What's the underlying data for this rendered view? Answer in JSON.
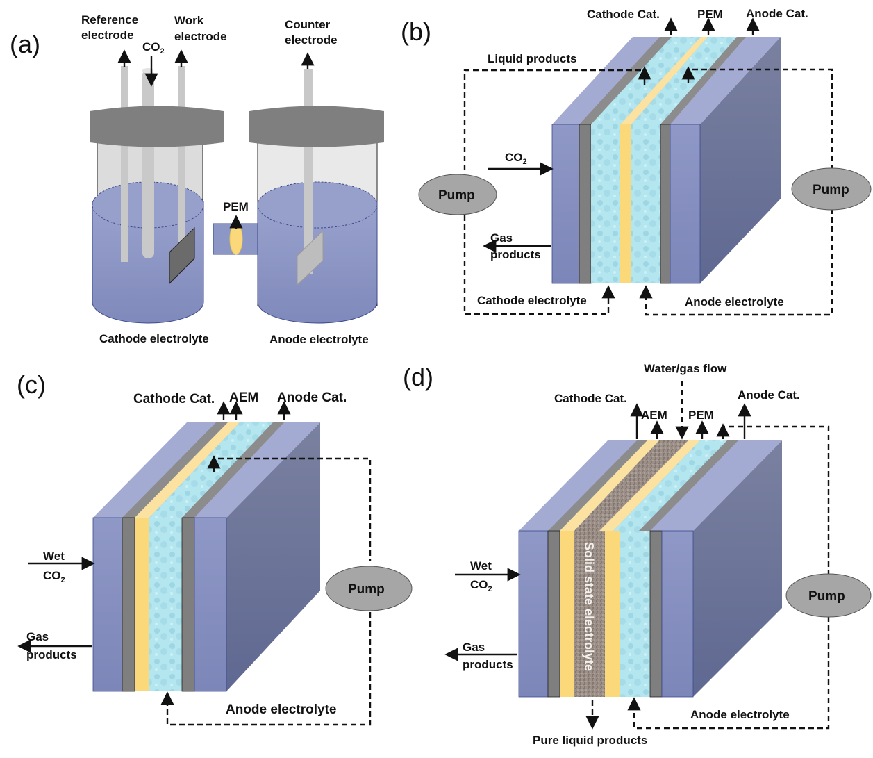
{
  "figure": {
    "panels": {
      "a": {
        "label": "(a)",
        "reference_electrode": [
          "Reference",
          "electrode"
        ],
        "co2": "CO",
        "co2_sub": "2",
        "work_electrode": [
          "Work",
          "electrode"
        ],
        "counter_electrode": [
          "Counter",
          "electrode"
        ],
        "membrane": "PEM",
        "cathode_electrolyte": "Cathode electrolyte",
        "anode_electrolyte": "Anode electrolyte"
      },
      "b": {
        "label": "(b)",
        "cathode_cat": "Cathode Cat.",
        "membrane": "PEM",
        "anode_cat": "Anode Cat.",
        "liquid_products": "Liquid products",
        "co2": "CO",
        "co2_sub": "2",
        "gas_products": [
          "Gas",
          "products"
        ],
        "pump_left": "Pump",
        "pump_right": "Pump",
        "cathode_electrolyte": "Cathode electrolyte",
        "anode_electrolyte": "Anode electrolyte"
      },
      "c": {
        "label": "(c)",
        "cathode_cat": "Cathode Cat.",
        "membrane": "AEM",
        "anode_cat": "Anode Cat.",
        "wet": "Wet",
        "co2": "CO",
        "co2_sub": "2",
        "gas_products": [
          "Gas",
          "products"
        ],
        "pump": "Pump",
        "anode_electrolyte": "Anode electrolyte"
      },
      "d": {
        "label": "(d)",
        "water_gas_flow": "Water/gas flow",
        "cathode_cat": "Cathode Cat.",
        "aem": "AEM",
        "pem": "PEM",
        "anode_cat": "Anode Cat.",
        "wet": "Wet",
        "co2": "CO",
        "co2_sub": "2",
        "gas_products": [
          "Gas",
          "products"
        ],
        "solid_state_electrolyte": "Solid state electrolyte",
        "pump": "Pump",
        "anode_electrolyte": "Anode electrolyte",
        "pure_liquid_products": "Pure liquid products"
      }
    },
    "colors": {
      "electrolyte_blue": "#8a95c3",
      "plate_blue": "#8590c0",
      "catalyst_gray": "#7f7f7f",
      "membrane_yellow": "#fbd97a",
      "liquid_cyan": "#b4e6f0",
      "solid_electrolyte": "#9a8d86",
      "lid_gray": "#7f7f7f",
      "pump_gray": "#a6a6a6"
    }
  }
}
